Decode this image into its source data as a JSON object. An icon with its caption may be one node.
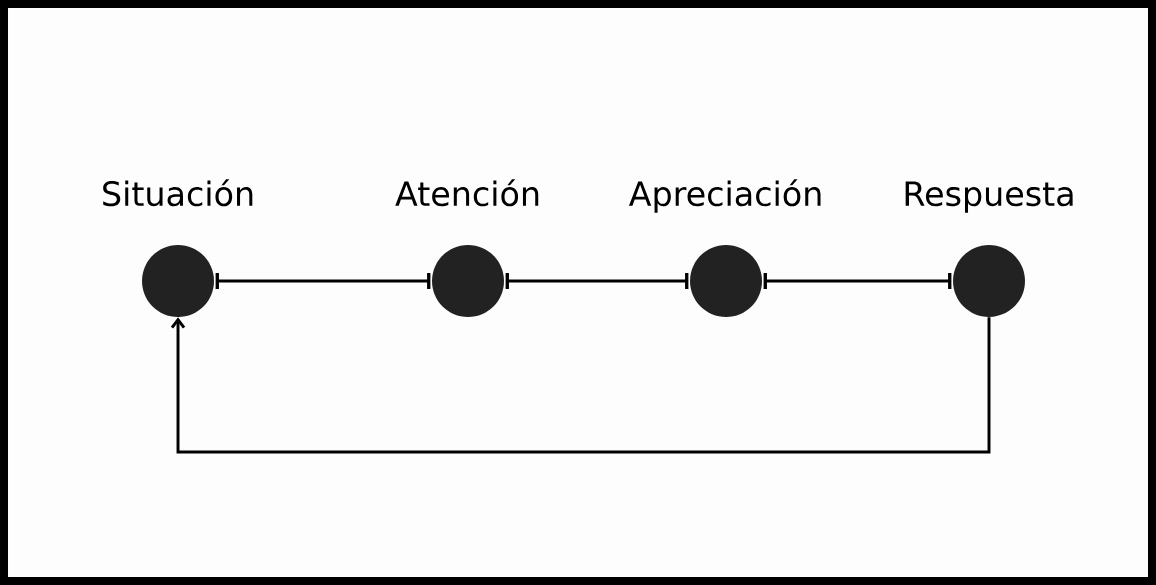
{
  "diagram": {
    "nodes": [
      {
        "text": [
          "Situación"
        ]
      },
      {
        "text": [
          "Atención"
        ]
      },
      {
        "text": [
          "Apreciación"
        ]
      },
      {
        "text": [
          "Respuesta"
        ]
      }
    ],
    "edges": [
      {
        "from": 0,
        "to": 1,
        "arrow": "other"
      },
      {
        "from": 1,
        "to": 2,
        "arrow": "other"
      },
      {
        "from": 2,
        "to": 3,
        "arrow": "other"
      },
      {
        "from": 3,
        "to": 0,
        "arrow": "to"
      }
    ]
  }
}
